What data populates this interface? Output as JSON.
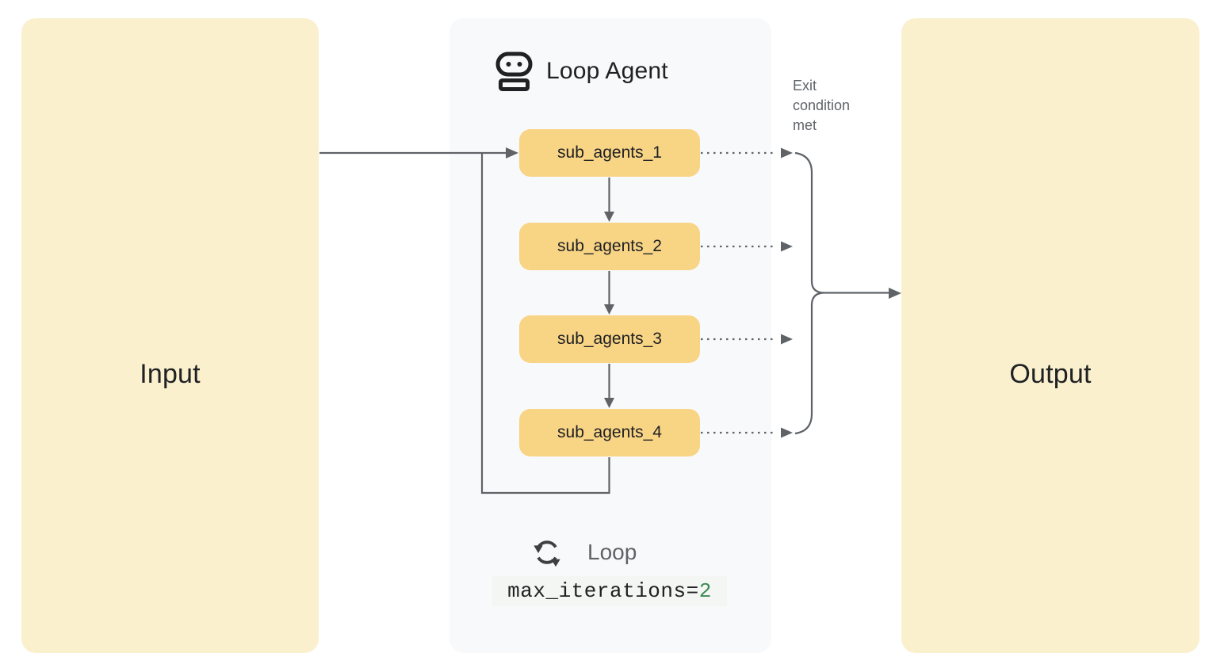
{
  "input": {
    "label": "Input"
  },
  "output": {
    "label": "Output"
  },
  "loop_agent": {
    "title": "Loop Agent",
    "sub_agents": [
      "sub_agents_1",
      "sub_agents_2",
      "sub_agents_3",
      "sub_agents_4"
    ],
    "loop": {
      "label": "Loop",
      "param": "max_iterations=",
      "value": "2"
    }
  },
  "annotations": {
    "exit_condition": "Exit condition met"
  },
  "icons": {
    "header": "robot-icon",
    "loop": "sync-loop-icon"
  },
  "colors": {
    "io_box_bg": "#faf0ce",
    "panel_bg": "#f8f9fa",
    "agent_box_bg": "#f8d485",
    "line_gray": "#5f6368",
    "text_dark": "#202124",
    "text_gray": "#5f6368",
    "code_bg": "#f3f6f2",
    "code_value_green": "#3d8a54"
  }
}
